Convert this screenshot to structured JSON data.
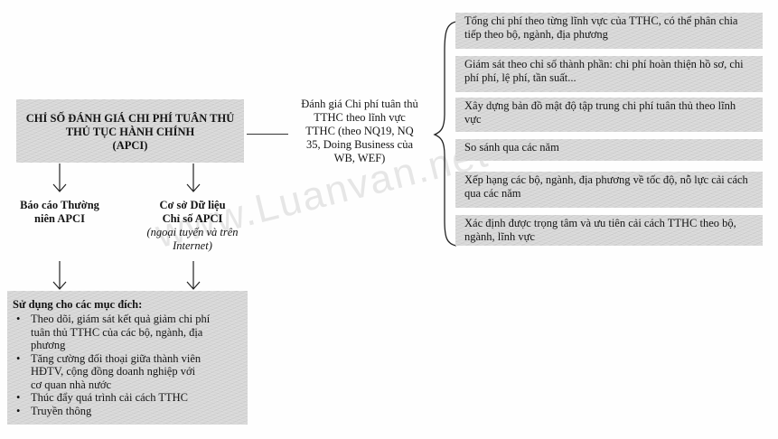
{
  "main_title": [
    "CHỈ SỐ ĐÁNH GIÁ CHI PHÍ TUÂN THỦ",
    "THỦ TỤC HÀNH CHÍNH",
    "(APCI)"
  ],
  "center_label": [
    "Đánh giá Chi phí tuân thủ",
    "TTHC theo lĩnh vực",
    "TTHC (theo NQ19, NQ",
    "35, Doing Business của",
    "WB, WEF)"
  ],
  "left_node": [
    "Báo cáo Thường",
    "niên APCI"
  ],
  "middle_node": {
    "lines": [
      "Cơ sở Dữ liệu",
      "Chỉ số APCI"
    ],
    "note": [
      "(ngoại tuyến và trên",
      "Internet)"
    ]
  },
  "uses": {
    "heading": "Sử dụng cho các mục đích:",
    "items": [
      [
        "Theo dõi, giám sát kết quả giảm chi phí",
        "tuân thủ TTHC của các bộ, ngành, địa",
        "phương"
      ],
      [
        "Tăng cường đối thoại giữa thành viên",
        "HĐTV, cộng đồng doanh nghiệp với",
        "cơ quan nhà nước"
      ],
      [
        "Thúc đẩy quá trình cải cách TTHC"
      ],
      [
        "Truyền thông"
      ]
    ]
  },
  "right_items": [
    [
      "Tổng chi phí theo từng lĩnh vực của TTHC, có thể phân chia",
      "tiếp theo bộ, ngành, địa phương"
    ],
    [
      "Giám sát theo chỉ số thành phần: chi phí hoàn thiện hồ sơ, chi",
      "phí phí, lệ phí, tần suất..."
    ],
    [
      "Xây dựng bản đồ mật độ tập trung chi phí tuân thủ theo lĩnh",
      "vực"
    ],
    [
      "So sánh qua các năm"
    ],
    [
      "Xếp hạng các bộ, ngành, địa phương về tốc độ, nỗ lực cải cách",
      "qua các năm"
    ],
    [
      "Xác định được trọng tâm và ưu tiên cải cách TTHC theo bộ,",
      "ngành, lĩnh vực"
    ]
  ],
  "watermark": "www.Luanvan.net"
}
